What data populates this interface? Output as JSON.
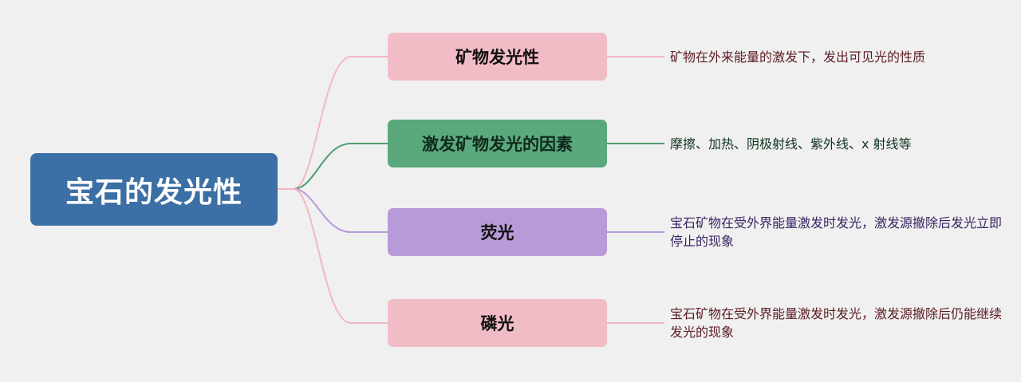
{
  "root": {
    "label": "宝石的发光性",
    "color": "#3b6fa5"
  },
  "branches": [
    {
      "label": "矿物发光性",
      "description": "矿物在外来能量的激发下，发出可见光的性质",
      "node_color": "#f2bcc7",
      "link_color": "#f2b8c2",
      "text_color": "#5c1c24"
    },
    {
      "label": "激发矿物发光的因素",
      "description": "摩擦、加热、阴极射线、紫外线、x 射线等",
      "node_color": "#5aa87b",
      "link_color": "#4f9e71",
      "text_color": "#12331f"
    },
    {
      "label": "荧光",
      "description": "宝石矿物在受外界能量激发时发光，激发源撤除后发光立即停止的现象",
      "node_color": "#b89ad9",
      "link_color": "#b89ad9",
      "text_color": "#3a2563"
    },
    {
      "label": "磷光",
      "description": "宝石矿物在受外界能量激发时发光，激发源撤除后仍能继续发光的现象",
      "node_color": "#f2bcc7",
      "link_color": "#f2b8c2",
      "text_color": "#5c1c24"
    }
  ]
}
